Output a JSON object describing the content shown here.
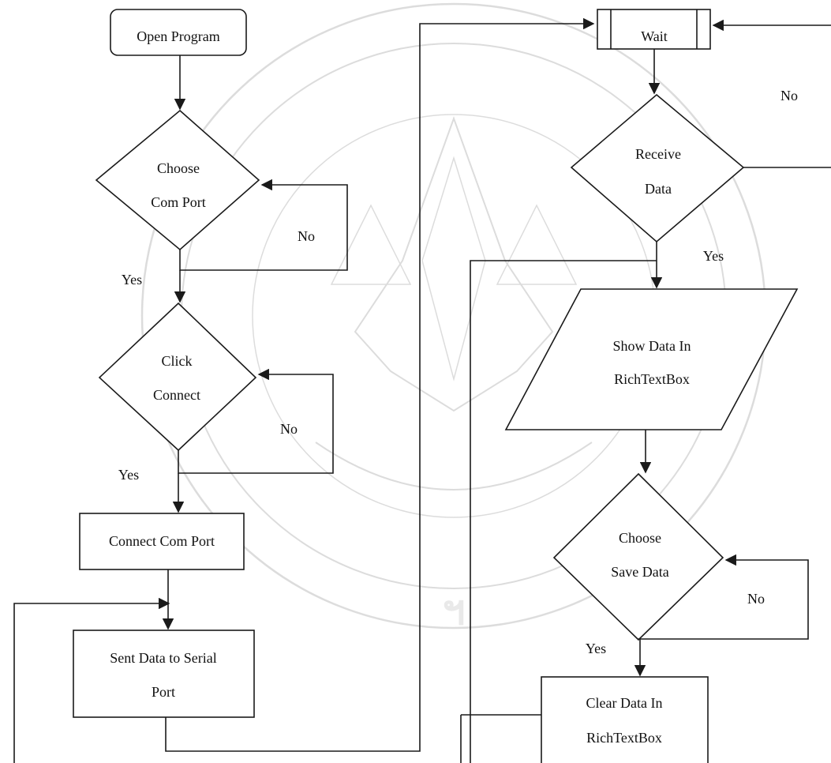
{
  "nodes": {
    "open_program": "Open Program",
    "choose_com_port_1": "Choose",
    "choose_com_port_2": "Com Port",
    "click_connect_1": "Click",
    "click_connect_2": "Connect",
    "connect_com_port": "Connect Com Port",
    "sent_data_1": "Sent Data to Serial",
    "sent_data_2": "Port",
    "wait": "Wait",
    "receive_data_1": "Receive",
    "receive_data_2": "Data",
    "show_data_1": "Show Data In",
    "show_data_2": "RichTextBox",
    "choose_save_1": "Choose",
    "choose_save_2": "Save Data",
    "clear_data_1": "Clear Data In",
    "clear_data_2": "RichTextBox"
  },
  "edge_labels": {
    "com_port_no": "No",
    "com_port_yes": "Yes",
    "connect_no": "No",
    "connect_yes": "Yes",
    "receive_no": "No",
    "receive_yes": "Yes",
    "save_no": "No",
    "save_yes": "Yes"
  },
  "colors": {
    "stroke": "#1a1a1a",
    "watermark": "#d9d9d9",
    "background": "#ffffff"
  }
}
